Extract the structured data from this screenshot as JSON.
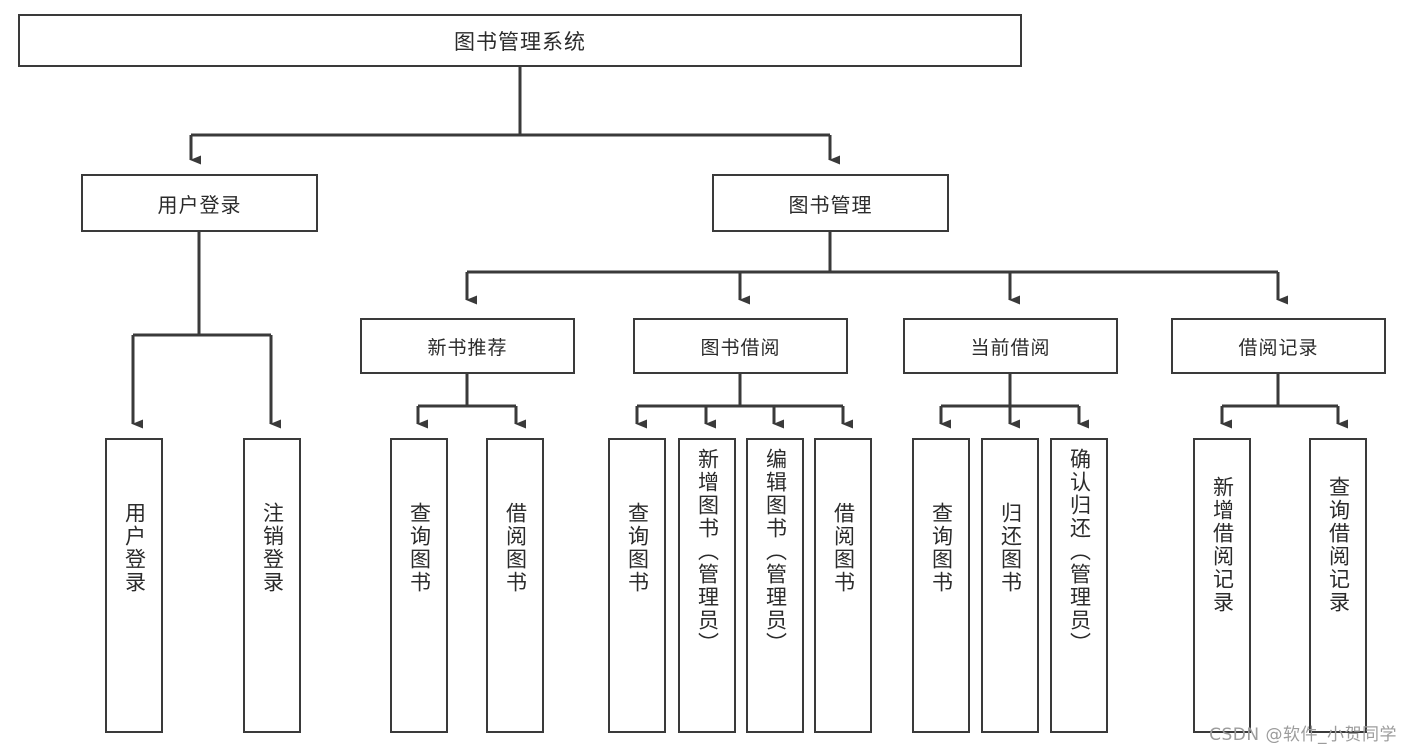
{
  "diagram": {
    "title": "图书管理系统",
    "type": "tree-hierarchy",
    "watermark": "CSDN @软件_小贺同学",
    "colors": {
      "background": "#ffffff",
      "box_border": "#3a3a3a",
      "text": "#2b2b2b",
      "connector": "#3a3a3a",
      "watermark": "#9c9c9c"
    },
    "nodes": {
      "root": {
        "label": "图书管理系统"
      },
      "level2": [
        {
          "id": "user-login",
          "label": "用户登录"
        },
        {
          "id": "book-management",
          "label": "图书管理"
        }
      ],
      "level3": [
        {
          "id": "new-book-recommend",
          "label": "新书推荐"
        },
        {
          "id": "book-borrow",
          "label": "图书借阅"
        },
        {
          "id": "current-borrow",
          "label": "当前借阅"
        },
        {
          "id": "borrow-record",
          "label": "借阅记录"
        }
      ],
      "leaves": {
        "user_login": [
          {
            "id": "leaf-user-login",
            "label": "用户登录"
          },
          {
            "id": "leaf-logout-login",
            "label": "注销登录"
          }
        ],
        "new_book_recommend": [
          {
            "id": "leaf-query-book-1",
            "label": "查询图书"
          },
          {
            "id": "leaf-borrow-book-1",
            "label": "借阅图书"
          }
        ],
        "book_borrow": [
          {
            "id": "leaf-query-book-2",
            "label": "查询图书"
          },
          {
            "id": "leaf-add-book",
            "label": "新增图书（管理员）"
          },
          {
            "id": "leaf-edit-book",
            "label": "编辑图书（管理员）"
          },
          {
            "id": "leaf-borrow-book-2",
            "label": "借阅图书"
          }
        ],
        "current_borrow": [
          {
            "id": "leaf-query-book-3",
            "label": "查询图书"
          },
          {
            "id": "leaf-return-book",
            "label": "归还图书"
          },
          {
            "id": "leaf-confirm-return",
            "label": "确认归还（管理员）"
          }
        ],
        "borrow_record": [
          {
            "id": "leaf-add-record",
            "label": "新增借阅记录"
          },
          {
            "id": "leaf-query-record",
            "label": "查询借阅记录"
          }
        ]
      }
    }
  }
}
